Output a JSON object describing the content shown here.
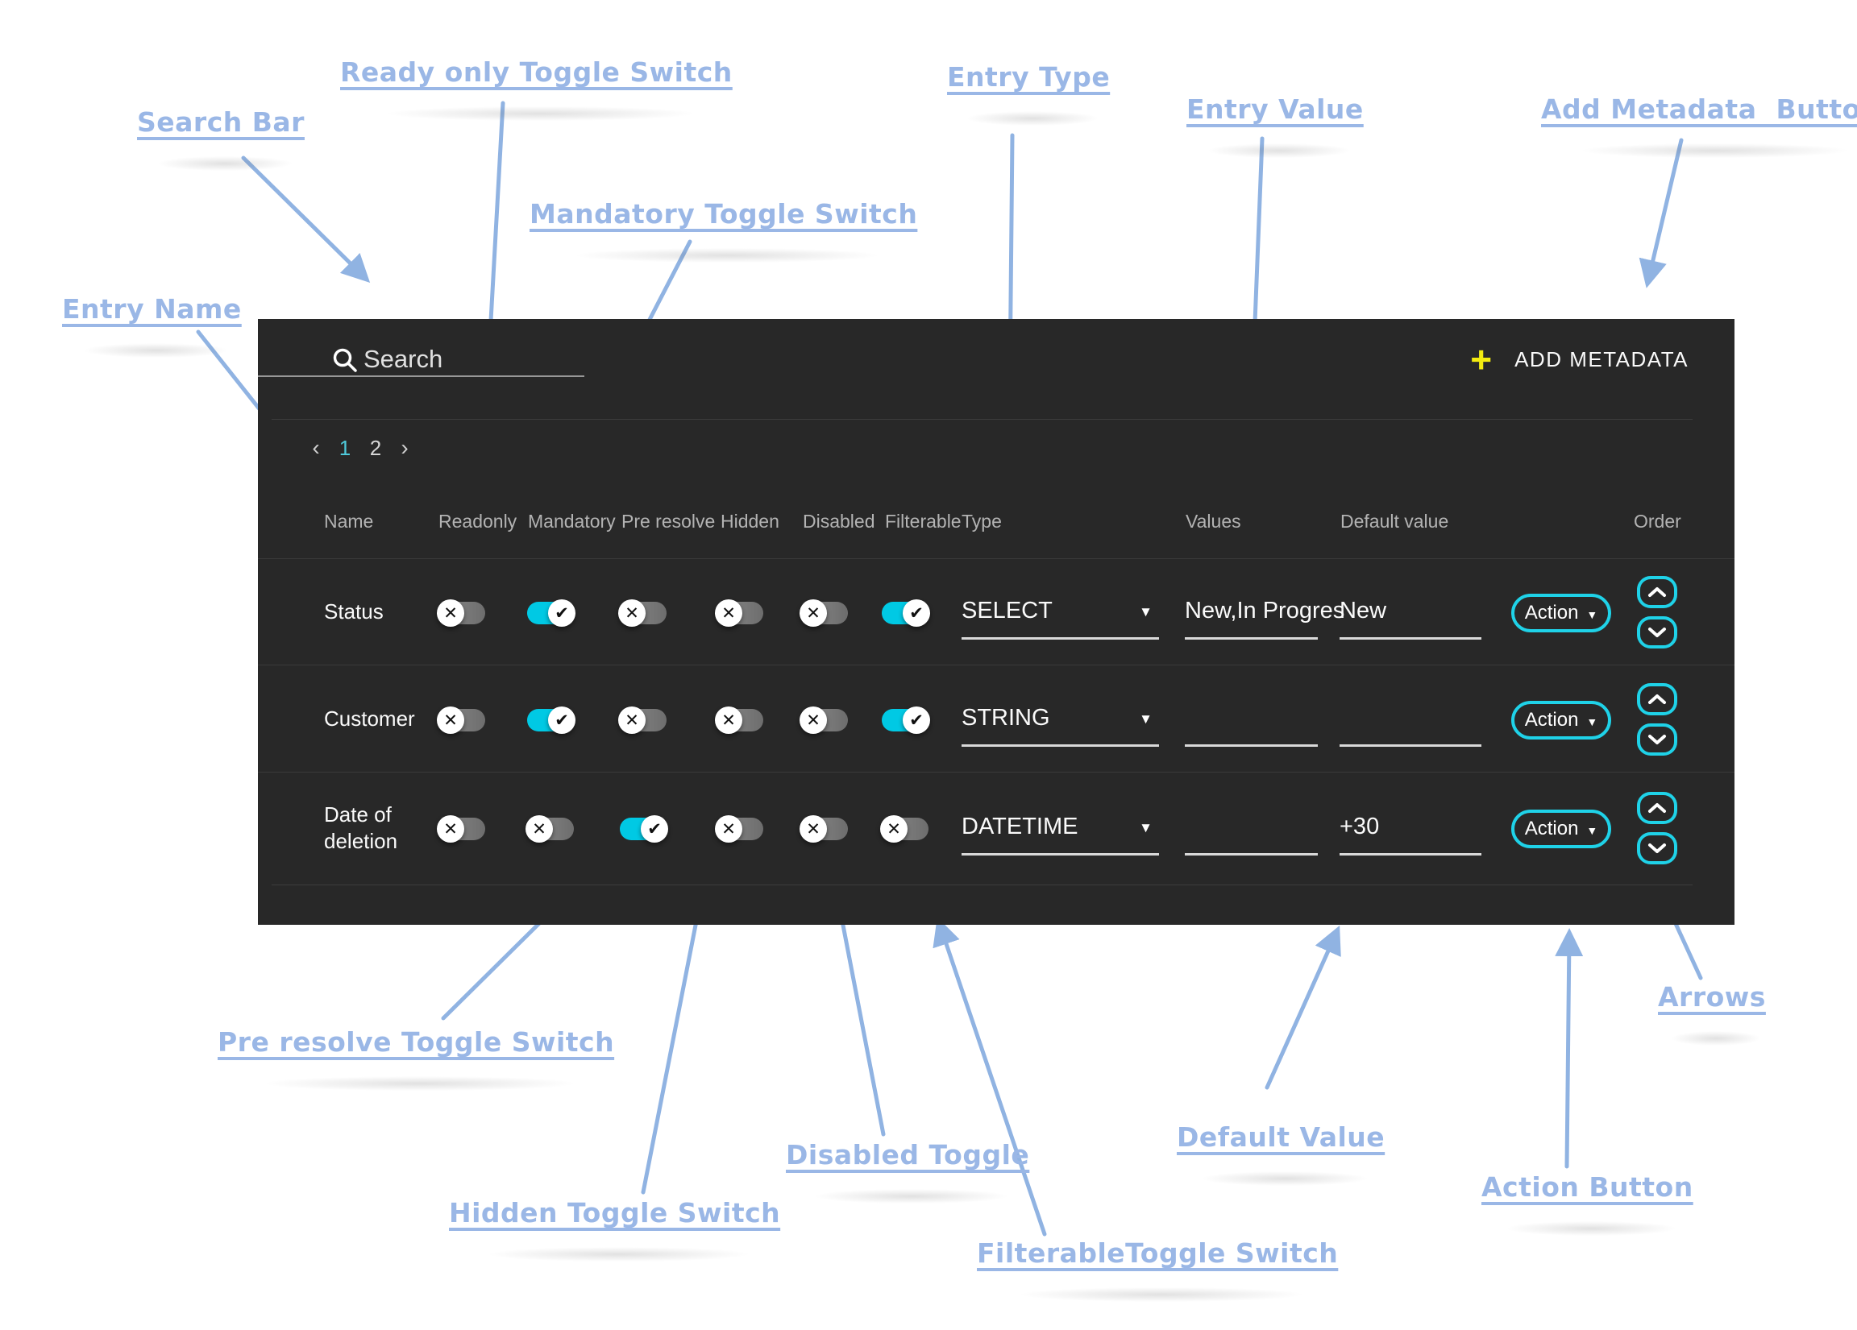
{
  "annotations": {
    "search_bar": "Search Bar",
    "ready_only": "Ready only Toggle Switch",
    "mandatory": "Mandatory Toggle Switch",
    "entry_name": "Entry Name",
    "entry_type": "Entry Type",
    "entry_value": "Entry Value",
    "add_metadata": "Add Metadata  Button",
    "pre_resolve": "Pre resolve Toggle Switch",
    "hidden": "Hidden Toggle Switch",
    "disabled": "Disabled Toggle",
    "filterable": "FilterableToggle Switch",
    "default_value": "Default Value",
    "action_button": "Action Button",
    "arrows": "Arrows"
  },
  "icons": {
    "cross_glyph": "✕",
    "check_glyph": "✔",
    "caret_down": "▼",
    "plus": "+"
  },
  "colors": {
    "panel_bg": "#282828",
    "toggle_on_cyan": "#00c9e4",
    "accent_cyan_border": "#1fd2e8",
    "plus_yellow": "#f3eb10",
    "active_page_cyan": "#4fc9da",
    "callout_blue": "#9ab7e6",
    "arrow_blue": "#90b3e2"
  },
  "panel": {
    "search": {
      "placeholder": "Search"
    },
    "add_metadata_label": "ADD METADATA",
    "pagination": {
      "prev": "‹",
      "page1": "1",
      "page2": "2",
      "next": "›",
      "active_page": "1"
    },
    "table": {
      "action_label": "Action",
      "headers": {
        "name": "Name",
        "readonly": "Readonly",
        "mandatory": "Mandatory",
        "pre_resolve": "Pre resolve",
        "hidden": "Hidden",
        "disabled": "Disabled",
        "filterable": "Filterable",
        "type": "Type",
        "values": "Values",
        "default_value": "Default value",
        "order": "Order"
      },
      "rows": [
        {
          "name": "Status",
          "toggles": {
            "readonly": false,
            "mandatory": true,
            "pre_resolve": false,
            "hidden": false,
            "disabled": false,
            "filterable": true
          },
          "type": "SELECT",
          "values": "New,In Progres",
          "default_value": "New"
        },
        {
          "name": "Customer",
          "toggles": {
            "readonly": false,
            "mandatory": true,
            "pre_resolve": false,
            "hidden": false,
            "disabled": false,
            "filterable": true
          },
          "type": "STRING",
          "values": "",
          "default_value": ""
        },
        {
          "name": "Date of deletion",
          "toggles": {
            "readonly": false,
            "mandatory": false,
            "pre_resolve": true,
            "hidden": false,
            "disabled": false,
            "filterable": false
          },
          "type": "DATETIME",
          "values": "",
          "default_value": "+30"
        }
      ]
    }
  }
}
